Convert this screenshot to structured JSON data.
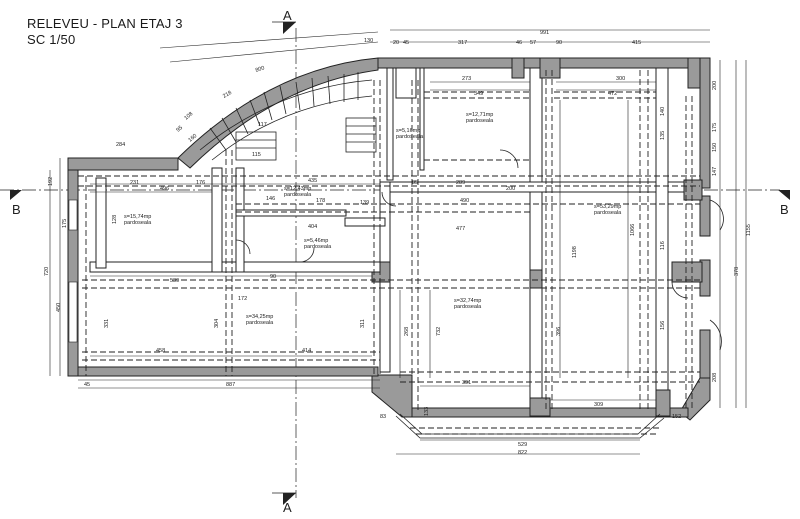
{
  "title": {
    "line1": "RELEVEU - PLAN ETAJ 3",
    "line2": "SC 1/50"
  },
  "section_markers": {
    "a_top": "A",
    "a_bottom": "A",
    "b_left": "B",
    "b_right": "B"
  },
  "rooms": [
    {
      "area": "s=15,74mp",
      "finish": "pardoseala"
    },
    {
      "area": "s=12,71mp",
      "finish": "pardoseala"
    },
    {
      "area": "s=5,16mp",
      "finish": "pardoseala"
    },
    {
      "area": "s=12,43mp",
      "finish": "pardoseala"
    },
    {
      "area": "s=5,46mp",
      "finish": "pardoseala"
    },
    {
      "area": "s=34,25mp",
      "finish": "pardoseala"
    },
    {
      "area": "s=32,74mp",
      "finish": "pardoseala"
    },
    {
      "area": "s=53,29mp",
      "finish": "pardoseala"
    }
  ],
  "dimensions": {
    "top": [
      "991",
      "20",
      "45",
      "317",
      "46",
      "57",
      "90",
      "415",
      "273",
      "300",
      "349",
      "472"
    ],
    "stair": [
      "130",
      "800",
      "218",
      "108",
      "95",
      "160",
      "117",
      "115",
      "284"
    ],
    "left": [
      "192",
      "496",
      "231",
      "176",
      "146",
      "128",
      "175",
      "720",
      "450",
      "331"
    ],
    "middle": [
      "435",
      "178",
      "139",
      "404",
      "289",
      "200",
      "85",
      "490",
      "477",
      "539",
      "172",
      "90",
      "458",
      "414",
      "304",
      "311"
    ],
    "right": [
      "1066",
      "1198",
      "1155",
      "378",
      "200",
      "175",
      "150",
      "147",
      "208",
      "116",
      "135",
      "156",
      "140"
    ],
    "bottom": [
      "45",
      "887",
      "391",
      "309",
      "529",
      "822",
      "83",
      "152",
      "133",
      "268",
      "732",
      "396"
    ]
  }
}
